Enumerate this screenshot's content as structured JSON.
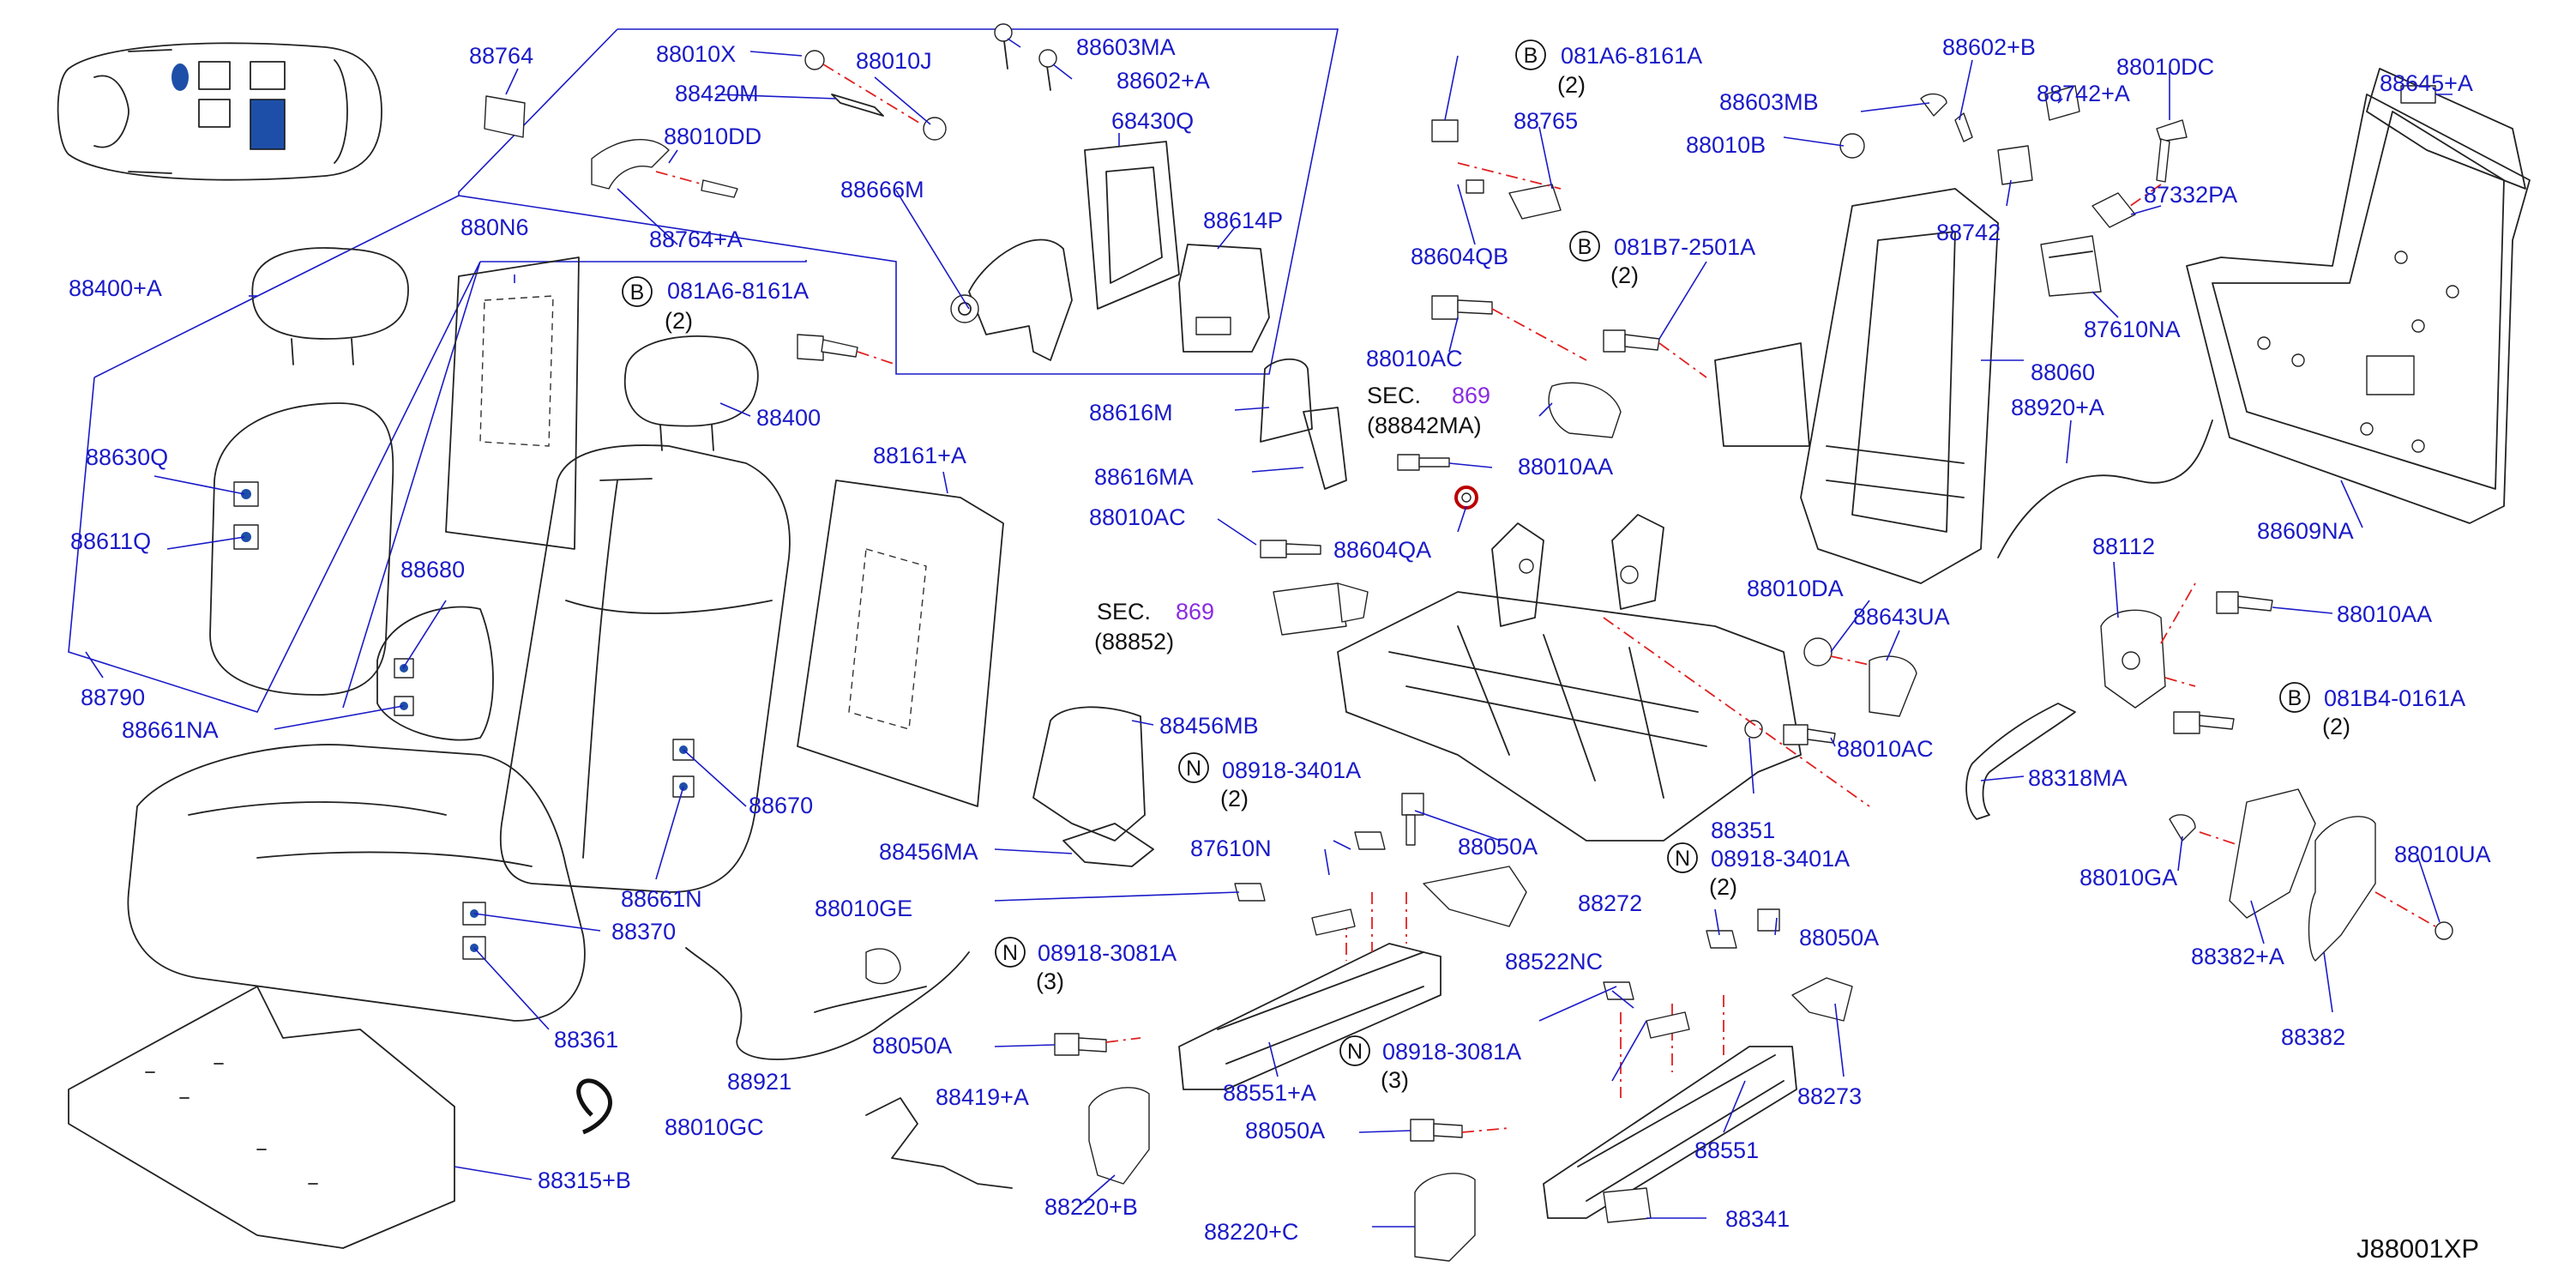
{
  "diagram": {
    "id_code": "J88001XP",
    "sec_prefix": "SEC.",
    "sec_number": "869",
    "bolt_markers": {
      "B": "B",
      "N": "N"
    },
    "labels": {
      "p88764": "88764",
      "p88010X": "88010X",
      "p88010J": "88010J",
      "p88603MA": "88603MA",
      "p88602A": "88602+A",
      "p88420M": "88420M",
      "p68430Q": "68430Q",
      "p88010DD": "88010DD",
      "p88666M": "88666M",
      "p88614P": "88614P",
      "p88764A": "88764+A",
      "p880N6": "880N6",
      "p88400A": "88400+A",
      "p081A6a": "081A6-8161A",
      "p081A6a_qty": "(2)",
      "p88400": "88400",
      "p88630Q": "88630Q",
      "p88611Q": "88611Q",
      "p88680": "88680",
      "p88790": "88790",
      "p88661NA": "88661NA",
      "p88670": "88670",
      "p88661N": "88661N",
      "p88370": "88370",
      "p88361": "88361",
      "p88315B": "88315+B",
      "p88010GC": "88010GC",
      "p88921": "88921",
      "p88010GE": "88010GE",
      "p88161A": "88161+A",
      "p88616M": "88616M",
      "p88616MA": "88616MA",
      "p88010AC_1": "88010AC",
      "sec_88852": "(88852)",
      "p88456MB": "88456MB",
      "p88456MA": "88456MA",
      "p08918_3401A_1": "08918-3401A",
      "p08918_3401A_1_qty": "(2)",
      "p87610N": "87610N",
      "p88050A_1": "88050A",
      "p08918_3081A_1": "08918-3081A",
      "p08918_3081A_1_qty": "(3)",
      "p88050A_2": "88050A",
      "p88419A": "88419+A",
      "p88551A": "88551+A",
      "p88220B": "88220+B",
      "p88272": "88272",
      "p88522NC": "88522NC",
      "p08918_3081A_2": "08918-3081A",
      "p08918_3081A_2_qty": "(3)",
      "p88050A_3": "88050A",
      "p88220C": "88220+C",
      "p88341": "88341",
      "p88551": "88551",
      "p88273": "88273",
      "p08918_3401A_2": "08918-3401A",
      "p08918_3401A_2_qty": "(2)",
      "p88050A_4": "88050A",
      "p081A6b": "081A6-8161A",
      "p081A6b_qty": "(2)",
      "p88765": "88765",
      "p88604QB": "88604QB",
      "p081B7": "081B7-2501A",
      "p081B7_qty": "(2)",
      "p88010AC_2": "88010AC",
      "sec_88842MA": "(88842MA)",
      "p88010AA_1": "88010AA",
      "p88604QA": "88604QA",
      "p88603MB": "88603MB",
      "p88010B": "88010B",
      "p88602B": "88602+B",
      "p88742A": "88742+A",
      "p88742": "88742",
      "p88010DC": "88010DC",
      "p87332PA": "87332PA",
      "p87610NA": "87610NA",
      "p88060": "88060",
      "p88645A": "88645+A",
      "p88920A": "88920+A",
      "p88609NA": "88609NA",
      "p88010DA": "88010DA",
      "p88643UA": "88643UA",
      "p88010AC_3": "88010AC",
      "p88351": "88351",
      "p88112": "88112",
      "p88010AA_2": "88010AA",
      "p081B4": "081B4-0161A",
      "p081B4_qty": "(2)",
      "p88318MA": "88318MA",
      "p88010GA": "88010GA",
      "p88382A": "88382+A",
      "p88010UA": "88010UA",
      "p88382": "88382"
    },
    "colors": {
      "label_blue": "#1a1ac8",
      "section_purple": "#8a2be2",
      "dash_red": "#e02020",
      "line_black": "#222222",
      "highlight_blue": "#1e4fa8"
    }
  }
}
